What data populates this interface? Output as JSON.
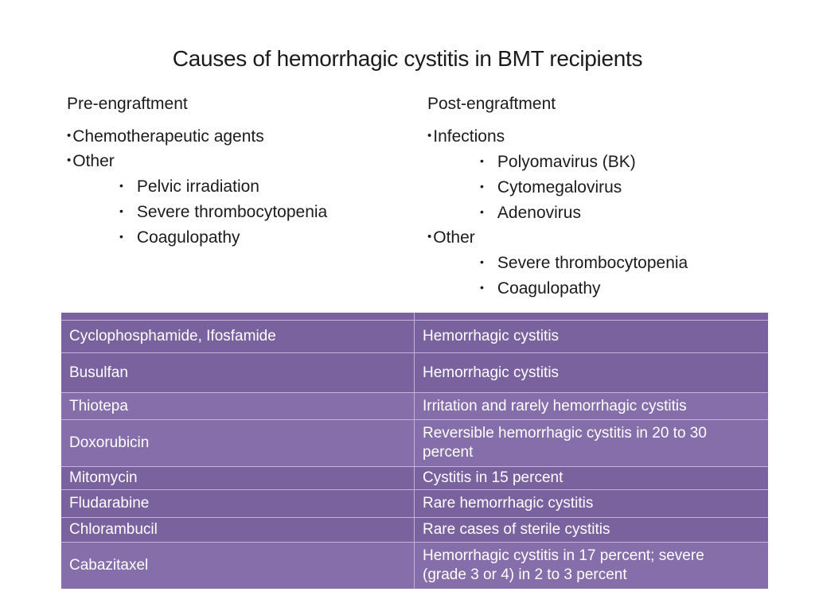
{
  "slide": {
    "title": "Causes of hemorrhagic cystitis in BMT recipients"
  },
  "bullets": {
    "level1_char": "•",
    "level2_char": "•"
  },
  "columns": {
    "left": {
      "header": "Pre-engraftment",
      "items": [
        {
          "level": 1,
          "text": "Chemotherapeutic agents"
        },
        {
          "level": 1,
          "text": "Other"
        },
        {
          "level": 2,
          "text": "Pelvic irradiation"
        },
        {
          "level": 2,
          "text": "Severe thrombocytopenia"
        },
        {
          "level": 2,
          "text": "Coagulopathy"
        }
      ]
    },
    "right": {
      "header": "Post-engraftment",
      "items": [
        {
          "level": 1,
          "text": "Infections"
        },
        {
          "level": 2,
          "text": "Polyomavirus (BK)"
        },
        {
          "level": 2,
          "text": "Cytomegalovirus"
        },
        {
          "level": 2,
          "text": "Adenovirus"
        },
        {
          "level": 1,
          "text": "Other"
        },
        {
          "level": 2,
          "text": "Severe thrombocytopenia"
        },
        {
          "level": 2,
          "text": "Coagulopathy"
        }
      ]
    }
  },
  "table": {
    "rows": [
      {
        "drug": "Cyclophosphamide, Ifosfamide",
        "effect": "Hemorrhagic cystitis"
      },
      {
        "drug": "Busulfan",
        "effect": "Hemorrhagic cystitis"
      },
      {
        "drug": "Thiotepa",
        "effect": "Irritation and rarely hemorrhagic cystitis"
      },
      {
        "drug": "Doxorubicin",
        "effect": "Reversible hemorrhagic cystitis in 20 to 30 percent"
      },
      {
        "drug": "Mitomycin",
        "effect": "Cystitis in 15 percent"
      },
      {
        "drug": "Fludarabine",
        "effect": "Rare hemorrhagic cystitis"
      },
      {
        "drug": "Chlorambucil",
        "effect": "Rare cases of sterile cystitis"
      },
      {
        "drug": "Cabazitaxel",
        "effect": "Hemorrhagic cystitis in 17 percent; severe (grade 3 or 4) in 2 to 3 percent"
      }
    ]
  },
  "colors": {
    "table_row_dark": "#7a629f",
    "table_row_light": "#856ea9",
    "table_divider": "#c3b4d6",
    "table_text": "#ffffff",
    "title_text": "#1b1b1b"
  }
}
